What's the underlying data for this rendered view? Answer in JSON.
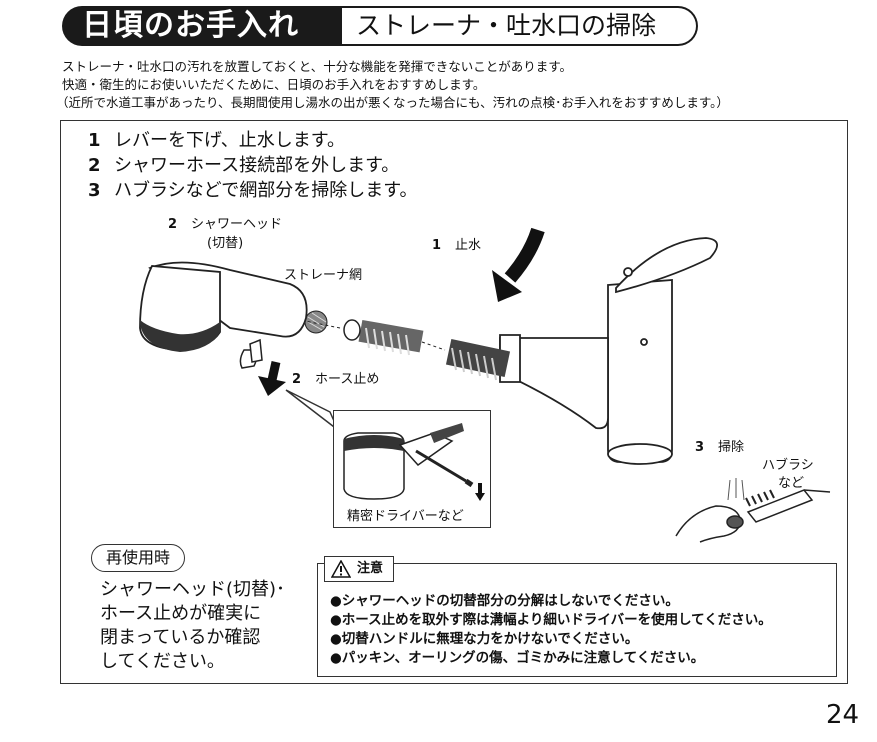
{
  "header": {
    "title": "日頃のお手入れ",
    "subtitle": "ストレーナ・吐水口の掃除"
  },
  "intro": [
    "ストレーナ・吐水口の汚れを放置しておくと、十分な機能を発揮できないことがあります。",
    "快適・衛生的にお使いいただくために、日頃のお手入れをおすすめします。",
    "（近所で水道工事があったり、長期間使用し湯水の出が悪くなった場合にも、汚れの点検･お手入れをおすすめします。）"
  ],
  "steps": [
    {
      "num": "1",
      "text": "レバーを下げ、止水します。"
    },
    {
      "num": "2",
      "text": "シャワーホース接続部を外します。"
    },
    {
      "num": "3",
      "text": "ハブラシなどで網部分を掃除します。"
    }
  ],
  "labels": {
    "shower_head_num": "2",
    "shower_head_line1": "シャワーヘッド",
    "shower_head_line2": "(切替)",
    "strainer": "ストレーナ網",
    "stop_num": "1",
    "stop": "止水",
    "hose_clip_num": "2",
    "hose_clip": "ホース止め",
    "screwdriver": "精密ドライバーなど",
    "clean_num": "3",
    "clean": "掃除",
    "brush_line1": "ハブラシ",
    "brush_line2": "など"
  },
  "reuse": {
    "badge": "再使用時",
    "lines": [
      "シャワーヘッド(切替)･",
      "ホース止めが確実に",
      "閉まっているか確認",
      "してください。"
    ]
  },
  "caution": {
    "title": "注意",
    "items": [
      "●シャワーヘッドの切替部分の分解はしないでください。",
      "●ホース止めを取外す際は溝幅より細いドライバーを使用してください。",
      "●切替ハンドルに無理な力をかけないでください。",
      "●パッキン、オーリングの傷、ゴミかみに注意してください。"
    ]
  },
  "page_number": "24"
}
